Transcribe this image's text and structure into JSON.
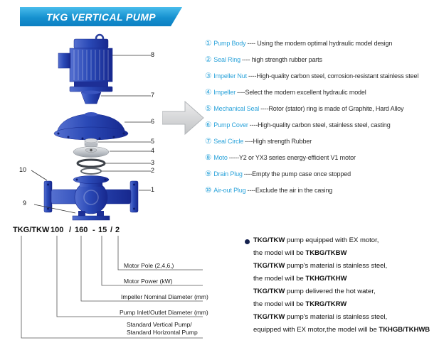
{
  "header": {
    "title": "TKG VERTICAL PUMP"
  },
  "colors": {
    "banner_top": "#49bcec",
    "banner_bottom": "#0c7fc2",
    "accent_cyan": "#2ba3da",
    "pump_blue": "#2a49b6"
  },
  "diagram": {
    "callouts": [
      "8",
      "7",
      "6",
      "5",
      "4",
      "3",
      "2",
      "1",
      "10",
      "9"
    ]
  },
  "parts_list": {
    "items": [
      {
        "num": "①",
        "name": "Pump Body",
        "desc": "---- Using the modern optimal hydraulic model design"
      },
      {
        "num": "②",
        "name": "Seal Ring",
        "desc": "---- high strength rubber parts"
      },
      {
        "num": "③",
        "name": "Impeller Nut",
        "desc": "----High-quality carbon steel, corrosion-resistant stainless steel"
      },
      {
        "num": "④",
        "name": "Impeller",
        "desc": "----Select the modern excellent hydraulic model"
      },
      {
        "num": "⑤",
        "name": "Mechanical Seal",
        "desc": "----Rotor (stator) ring is made of Graphite, Hard Alloy"
      },
      {
        "num": "⑥",
        "name": "Pump Cover",
        "desc": "----High-quality carbon steel, stainless steel, casting"
      },
      {
        "num": "⑦",
        "name": "Seal Circle",
        "desc": "----High strength Rubber"
      },
      {
        "num": "⑧",
        "name": "Moto",
        "desc": "-----Y2 or YX3 series energy-efficient V1 motor"
      },
      {
        "num": "⑨",
        "name": "Drain Plug",
        "desc": "----Empty the pump case once stopped"
      },
      {
        "num": "⑩",
        "name": "Air-out Plug",
        "desc": "----Exclude the air in the casing"
      }
    ]
  },
  "model_code": {
    "segments": {
      "brand": "TKG/TKW",
      "inlet": "100",
      "sep1": "/",
      "impeller": "160",
      "sep2": "-",
      "power": "15",
      "sep3": "/",
      "pole": "2"
    },
    "labels": {
      "pole": "Motor Pole (2,4,6,)",
      "power": "Motor Power  (kW)",
      "impeller": "Impeller Nominal Diameter (mm)",
      "inlet": "Pump Inlet/Outlet Diameter (mm)",
      "brand_line1": "Standard Vertical Pump/",
      "brand_line2": "Standard  Horizontal Pump"
    }
  },
  "notes": {
    "items": [
      {
        "brand": "TKG/TKW",
        "rest": " pump equipped with EX motor,",
        "pre": "the model will be ",
        "model": "TKBG/TKBW"
      },
      {
        "brand": "TKG/TKW",
        "rest": " pump's material is stainless steel,",
        "pre": "the model will be ",
        "model": "TKHG/TKHW"
      },
      {
        "brand": "TKG/TKW",
        "rest": " pump delivered the hot water,",
        "pre": "the model will be ",
        "model": "TKRG/TKRW"
      },
      {
        "brand": "TKG/TKW",
        "rest": " pump's material is stainless steel,",
        "pre": "equipped with EX motor,the model will be ",
        "model": "TKHGB/TKHWB"
      }
    ]
  }
}
